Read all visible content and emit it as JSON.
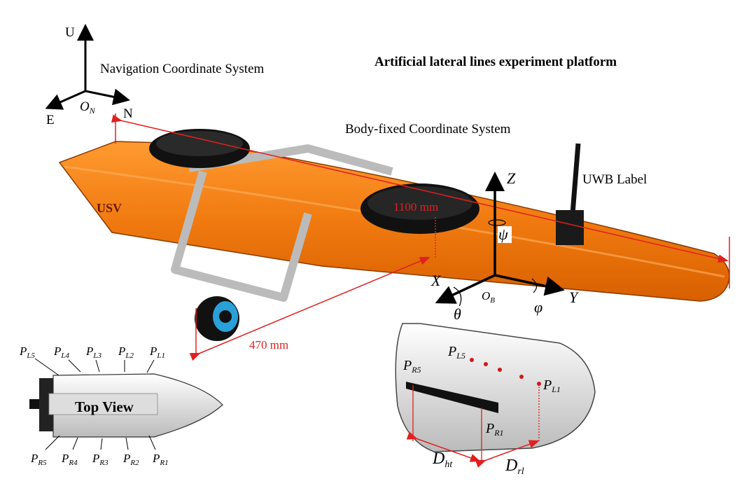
{
  "title": "Artificial lateral lines experiment platform",
  "navigation": {
    "label": "Navigation Coordinate System",
    "axis_u": "U",
    "axis_e": "E",
    "axis_n": "N",
    "origin": "O",
    "origin_sub": "N"
  },
  "body_frame": {
    "label": "Body-fixed Coordinate System",
    "axis_x": "X",
    "axis_y": "Y",
    "axis_z": "Z",
    "origin": "O",
    "origin_sub": "B",
    "yaw": "ψ",
    "pitch": "θ",
    "roll": "φ"
  },
  "usv_label": "USV",
  "uwb_label": "UWB Label",
  "dimensions": {
    "length": "1100 mm",
    "width": "470 mm"
  },
  "sensor_labels": {
    "pl5": {
      "p": "P",
      "sub": "L5"
    },
    "pr5": {
      "p": "P",
      "sub": "R5"
    },
    "pl1": {
      "p": "P",
      "sub": "L1"
    },
    "pr1": {
      "p": "P",
      "sub": "R1"
    },
    "dht": {
      "p": "D",
      "sub": "ht"
    },
    "drl": {
      "p": "D",
      "sub": "rl"
    }
  },
  "top_view": {
    "label": "Top View",
    "left": [
      {
        "p": "P",
        "sub": "L5"
      },
      {
        "p": "P",
        "sub": "L4"
      },
      {
        "p": "P",
        "sub": "L3"
      },
      {
        "p": "P",
        "sub": "L2"
      },
      {
        "p": "P",
        "sub": "L1"
      }
    ],
    "right": [
      {
        "p": "P",
        "sub": "R5"
      },
      {
        "p": "P",
        "sub": "R4"
      },
      {
        "p": "P",
        "sub": "R3"
      },
      {
        "p": "P",
        "sub": "R2"
      },
      {
        "p": "P",
        "sub": "R1"
      }
    ]
  },
  "colors": {
    "hull": "#f07a10",
    "dimension": "#e02020",
    "sensor_dot": "#d01818"
  }
}
